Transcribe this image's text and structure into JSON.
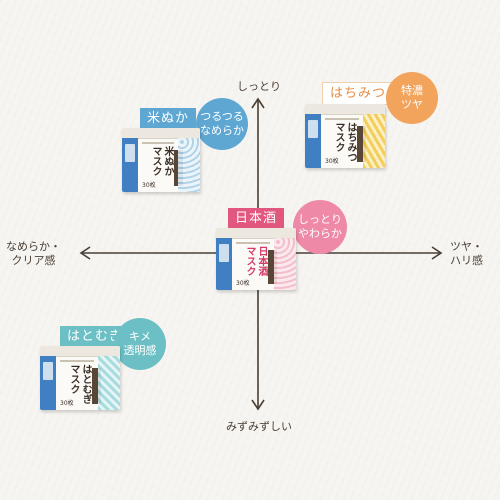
{
  "axes": {
    "top": "しっとり",
    "bottom": "みずみずしい",
    "left_line1": "なめらか・",
    "left_line2": "クリア感",
    "right_line1": "ツヤ・",
    "right_line2": "ハリ感"
  },
  "products": [
    {
      "tag": "米ぬか",
      "feature_line1": "つるつる",
      "feature_line2": "なめらか",
      "box_title_1": "米ぬか",
      "box_title_2": "マスク",
      "count": "30枚",
      "colors": {
        "tag_bg": "#5ea7d3",
        "tag_text": "#ffffff",
        "circle": "#5ea7d3",
        "strip": "#3f7fc2",
        "pattern": "#a7cfe8"
      }
    },
    {
      "tag": "はちみつ",
      "feature_line1": "特濃",
      "feature_line2": "ツヤ",
      "box_title_1": "はちみつ",
      "box_title_2": "マスク",
      "count": "30枚",
      "colors": {
        "tag_bg": "#ffffff",
        "tag_text": "#e58e45",
        "circle": "#f2a35c",
        "strip": "#3f7fc2",
        "pattern": "#f2c94c"
      }
    },
    {
      "tag": "日本酒",
      "feature_line1": "しっとり",
      "feature_line2": "やわらか",
      "box_title_1": "日本酒",
      "box_title_2": "マスク",
      "count": "30枚",
      "colors": {
        "tag_bg": "#e1577d",
        "tag_text": "#ffffff",
        "circle": "#ee8aa8",
        "strip": "#3f7fc2",
        "pattern": "#f2b8c8"
      }
    },
    {
      "tag": "はとむぎ",
      "feature_line1": "キメ",
      "feature_line2": "透明感",
      "box_title_1": "はとむぎ",
      "box_title_2": "マスク",
      "count": "30枚",
      "colors": {
        "tag_bg": "#6cc0c5",
        "tag_text": "#ffffff",
        "circle": "#6cc0c5",
        "strip": "#3f7fc2",
        "pattern": "#9fd9dc"
      }
    }
  ]
}
